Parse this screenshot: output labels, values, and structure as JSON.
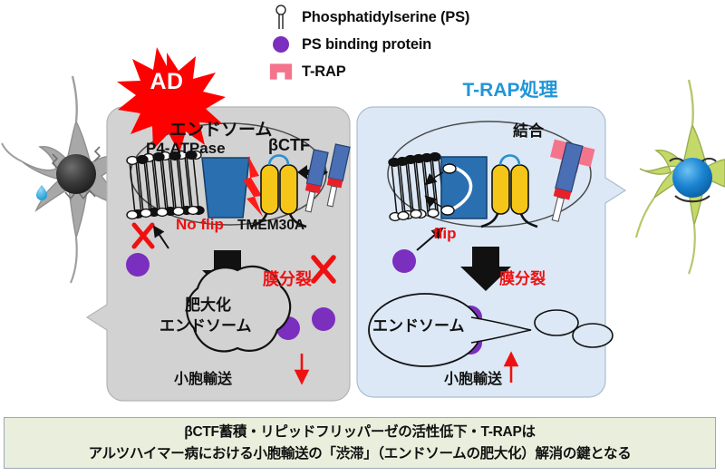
{
  "legend": {
    "items": [
      {
        "icon": "ps-lipid-icon",
        "label": "Phosphatidylserine (PS)"
      },
      {
        "icon": "purple-circle-icon",
        "label": "PS binding protein"
      },
      {
        "icon": "t-rap-icon",
        "label": "T-RAP"
      }
    ]
  },
  "panels": {
    "ad": {
      "badge": "AD",
      "endosome_label": "エンドソーム",
      "p4_atpase": "P4-ATPase",
      "bctf": "βCTF",
      "tmem30a": "TMEM30A",
      "flip_status": "No flip",
      "membrane_fission": "膜分裂",
      "enlarged_endosome_line1": "肥大化",
      "enlarged_endosome_line2": "エンドソーム",
      "vesicle_transport": "小胞輸送"
    },
    "trap": {
      "title": "T-RAP処理",
      "binding_label": "結合",
      "flip_status": "flip",
      "membrane_fission": "膜分裂",
      "endosome_label": "エンドソーム",
      "vesicle_transport": "小胞輸送"
    }
  },
  "caption": {
    "line1": "βCTF蓄積・リピッドフリッパーゼの活性低下・T-RAPは",
    "line2": "アルツハイマー病における小胞輸送の「渋滞」（エンドソームの肥大化）解消の鍵となる"
  },
  "colors": {
    "ad_panel": "#d2d2d2",
    "trap_panel": "#dce8f5",
    "ad_badge": "#ff0000",
    "trap_title": "#2196d9",
    "ps_binding_protein": "#7b2fbe",
    "p4_atpase": "#2a6fb0",
    "tmem30a": "#f5c518",
    "bctf": "#4a6fb5",
    "t_rap": "#f4748c",
    "red_accent": "#ee1111",
    "caption_bg": "#e9efdc",
    "sick_neuron": "#a8a8a8",
    "healthy_neuron": "#c5d96a"
  }
}
